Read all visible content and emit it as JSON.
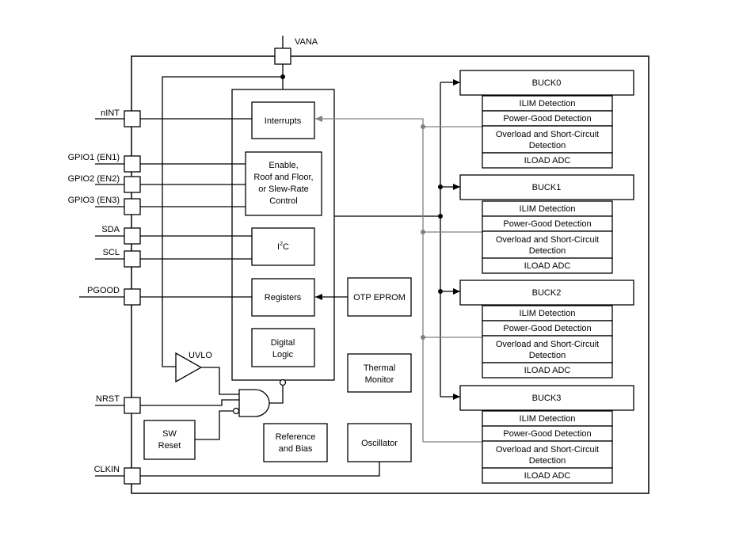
{
  "supply": {
    "vana": "VANA"
  },
  "pins": {
    "nint": "nINT",
    "gpio1": "GPIO1 (EN1)",
    "gpio2": "GPIO2 (EN2)",
    "gpio3": "GPIO3 (EN3)",
    "sda": "SDA",
    "scl": "SCL",
    "pgood": "PGOOD",
    "nrst": "NRST",
    "clkin": "CLKIN"
  },
  "blocks": {
    "interrupts": "Interrupts",
    "enable": [
      "Enable,",
      "Roof and Floor,",
      "or Slew-Rate",
      "Control"
    ],
    "i2c_main": "I",
    "i2c_sup": "2",
    "i2c_tail": "C",
    "registers": "Registers",
    "digital_logic": [
      "Digital",
      "Logic"
    ],
    "otp": "OTP EPROM",
    "thermal": [
      "Thermal",
      "Monitor"
    ],
    "uvlo": "UVLO",
    "sw_reset": [
      "SW",
      "Reset"
    ],
    "reference": [
      "Reference",
      "and Bias"
    ],
    "oscillator": "Oscillator"
  },
  "bucks": [
    {
      "name": "BUCK0",
      "rows": [
        "ILIM Detection",
        "Power-Good Detection",
        "Overload and Short-Circuit",
        "Detection",
        "ILOAD ADC"
      ]
    },
    {
      "name": "BUCK1",
      "rows": [
        "ILIM Detection",
        "Power-Good Detection",
        "Overload and Short-Circuit",
        "Detection",
        "ILOAD ADC"
      ]
    },
    {
      "name": "BUCK2",
      "rows": [
        "ILIM Detection",
        "Power-Good Detection",
        "Overload and Short-Circuit",
        "Detection",
        "ILOAD ADC"
      ]
    },
    {
      "name": "BUCK3",
      "rows": [
        "ILIM Detection",
        "Power-Good Detection",
        "Overload and Short-Circuit",
        "Detection",
        "ILOAD ADC"
      ]
    }
  ]
}
